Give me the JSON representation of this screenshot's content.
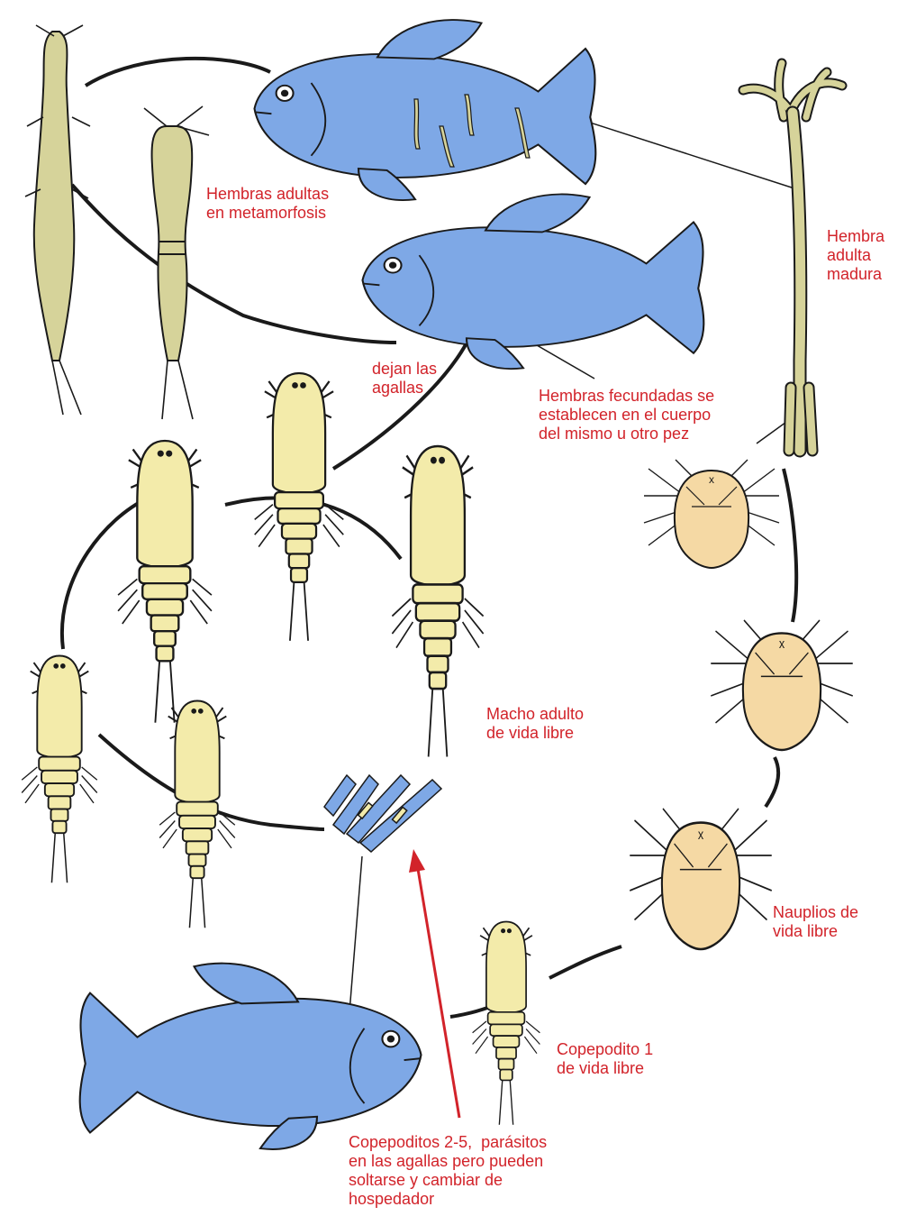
{
  "colors": {
    "fish": "#7ea8e6",
    "adult_female": "#d6d39a",
    "copepodid": "#f3ebaa",
    "nauplius": "#f5d9a4",
    "outline": "#1a1a1a",
    "label": "#d2232a"
  },
  "labels": {
    "metamorphosis": "Hembras adultas\nen metamorfosis",
    "mature_female": "Hembra\nadulta\nmadura",
    "leave_gills": "dejan las\nagallas",
    "fertilized": "Hembras fecundadas se\nestablecen en el cuerpo\ndel mismo u otro pez",
    "male": "Macho adulto\nde vida libre",
    "nauplii": "Nauplios de\nvida libre",
    "copepodid1": "Copepodito 1\nde vida libre",
    "copepodids_2_5": "Copepoditos 2-5,  parásitos\nen las agallas pero pueden\nsoltarse y cambiar de\nhospedador"
  }
}
